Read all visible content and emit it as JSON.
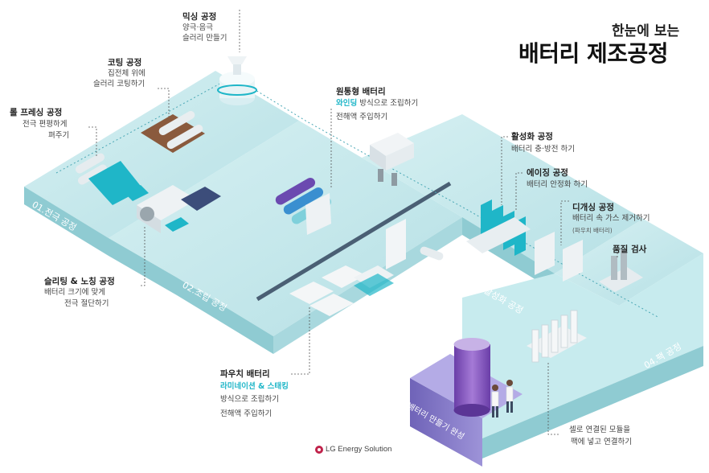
{
  "header": {
    "line1": "한눈에 보는",
    "line2": "배터리 제조공정"
  },
  "stages": {
    "s1": "01.전극 공정",
    "s2": "02.조립 공정",
    "s3": "03.활성화 공정",
    "s4": "04.팩 공정",
    "final": "배터리 만들기 완성"
  },
  "labels": {
    "mixing": {
      "title": "믹싱 공정",
      "d1": "양극·음극",
      "d2": "슬러리 만들기"
    },
    "coating": {
      "title": "코팅 공정",
      "d1": "집전체 위에",
      "d2": "슬러리 코팅하기"
    },
    "rollpress": {
      "title": "롤 프레싱 공정",
      "d1": "전극 편평하게",
      "d2": "펴주기"
    },
    "slitting": {
      "title": "슬리팅 & 노칭 공정",
      "d1": "배터리 크기에 맞게",
      "d2": "전극 절단하기"
    },
    "cylindrical": {
      "title": "원통형 배터리",
      "d1_highlight": "와인딩",
      "d1_rest": " 방식으로 조립하기",
      "d2": "전해액 주입하기"
    },
    "activation": {
      "title": "활성화 공정",
      "d1": "배터리 충·방전 하기"
    },
    "aging": {
      "title": "에이징 공정",
      "d1": "배터리 안정화 하기"
    },
    "degas": {
      "title": "디개싱 공정",
      "d1": "배터리 속 가스 제거하기",
      "d2": "(파우치 배터리)"
    },
    "qc": {
      "title": "품질 검사"
    },
    "pouch": {
      "title": "파우치 배터리",
      "d1_highlight": "라미네이션 & 스태킹",
      "d2": "방식으로 조립하기",
      "d3": "전해액 주입하기"
    },
    "pack": {
      "d1": "셀로 연결된 모듈을",
      "d2": "팩에 넣고 연결하기"
    }
  },
  "footer": {
    "logo_text": "LG Energy Solution"
  },
  "colors": {
    "floor_top": "#bfe6ea",
    "floor_side": "#8fcbd2",
    "accent": "#1fb6c8",
    "final_block": "#7b6fc2",
    "cylinder": "#8e5fc0"
  }
}
